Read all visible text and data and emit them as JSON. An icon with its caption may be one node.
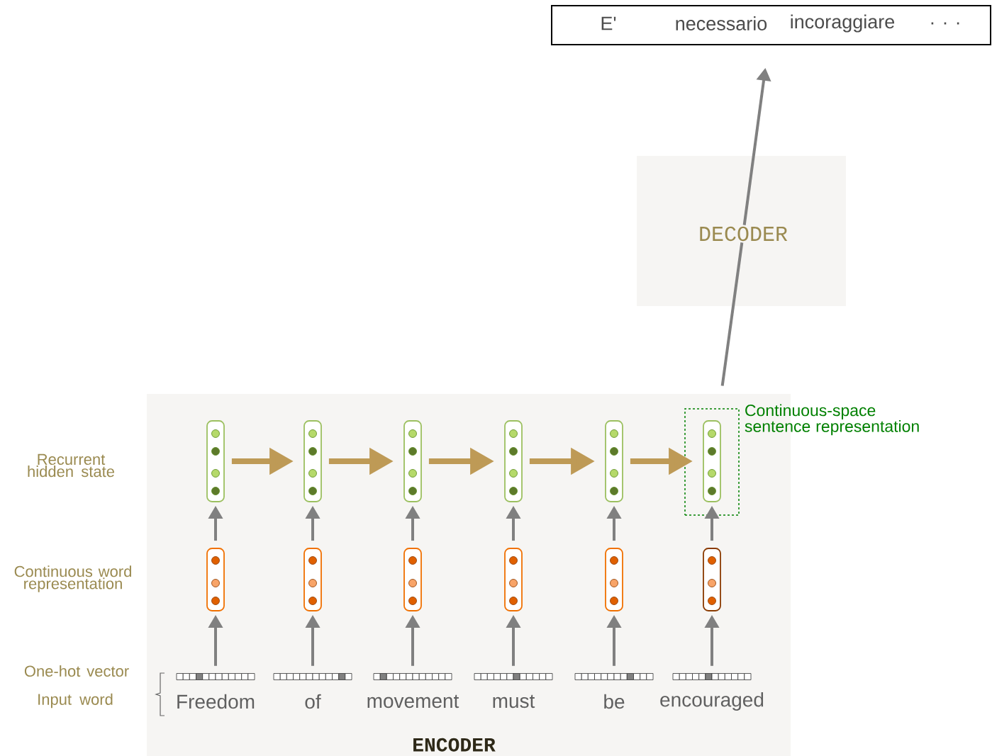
{
  "diagram": {
    "nodes": [
      {
        "text": [
          "ENCODER"
        ]
      },
      {
        "text": [
          "DECODER"
        ]
      },
      {
        "text": [
          "E'",
          "necessario",
          "incoraggiare",
          ". . ."
        ]
      },
      {
        "text": [
          "Continuous-space sentence representation"
        ],
        "in": 0
      },
      {
        "text": [],
        "shape": "box",
        "in": 0
      },
      {
        "text": [],
        "shape": "box",
        "in": 0
      },
      {
        "text": [],
        "shape": "box",
        "in": 0
      },
      {
        "text": [],
        "shape": "box",
        "in": 0
      },
      {
        "text": [],
        "shape": "box",
        "in": 0
      },
      {
        "text": [],
        "shape": "box",
        "in": 3
      },
      {
        "text": [],
        "shape": "box",
        "in": 0
      },
      {
        "text": [],
        "shape": "box",
        "in": 0
      },
      {
        "text": [],
        "shape": "box",
        "in": 0
      },
      {
        "text": [],
        "shape": "box",
        "in": 0
      },
      {
        "text": [],
        "shape": "box",
        "in": 0
      },
      {
        "text": [],
        "shape": "box",
        "in": 0
      },
      {
        "text": [],
        "shape": "bar",
        "in": 0,
        "beside": [
          "Freedom"
        ]
      },
      {
        "text": [],
        "shape": "bar",
        "in": 0,
        "beside": [
          "of"
        ]
      },
      {
        "text": [],
        "shape": "bar",
        "in": 0,
        "beside": [
          "movement"
        ]
      },
      {
        "text": [],
        "shape": "bar",
        "in": 0,
        "beside": [
          "must"
        ]
      },
      {
        "text": [],
        "shape": "bar",
        "in": 0,
        "beside": [
          "be"
        ]
      },
      {
        "text": [],
        "shape": "bar",
        "in": 0,
        "beside": [
          "encouraged"
        ]
      }
    ],
    "edges": [
      {
        "from": 16,
        "to": 10,
        "arrow": "to"
      },
      {
        "from": 17,
        "to": 11,
        "arrow": "to"
      },
      {
        "from": 18,
        "to": 12,
        "arrow": "to"
      },
      {
        "from": 19,
        "to": 13,
        "arrow": "to"
      },
      {
        "from": 20,
        "to": 14,
        "arrow": "to"
      },
      {
        "from": 21,
        "to": 15,
        "arrow": "to"
      },
      {
        "from": 10,
        "to": 4,
        "arrow": "to"
      },
      {
        "from": 11,
        "to": 5,
        "arrow": "to"
      },
      {
        "from": 12,
        "to": 6,
        "arrow": "to"
      },
      {
        "from": 13,
        "to": 7,
        "arrow": "to"
      },
      {
        "from": 14,
        "to": 8,
        "arrow": "to"
      },
      {
        "from": 15,
        "to": 9,
        "arrow": "to"
      },
      {
        "from": 4,
        "to": 5,
        "arrow": "to",
        "style": "thick",
        "color": "#be9a56"
      },
      {
        "from": 5,
        "to": 6,
        "arrow": "to",
        "style": "thick",
        "color": "#be9a56"
      },
      {
        "from": 6,
        "to": 7,
        "arrow": "to",
        "style": "thick",
        "color": "#be9a56"
      },
      {
        "from": 7,
        "to": 8,
        "arrow": "to",
        "style": "thick",
        "color": "#be9a56"
      },
      {
        "from": 8,
        "to": 9,
        "arrow": "to",
        "style": "thick",
        "color": "#be9a56"
      },
      {
        "from": 3,
        "to": 1,
        "arrow": "none"
      },
      {
        "from": 1,
        "to": 2,
        "arrow": "to"
      }
    ],
    "labels": [
      "Recurrent hidden state",
      "Continuous word representation",
      "One-hot vector",
      "Input word"
    ]
  }
}
